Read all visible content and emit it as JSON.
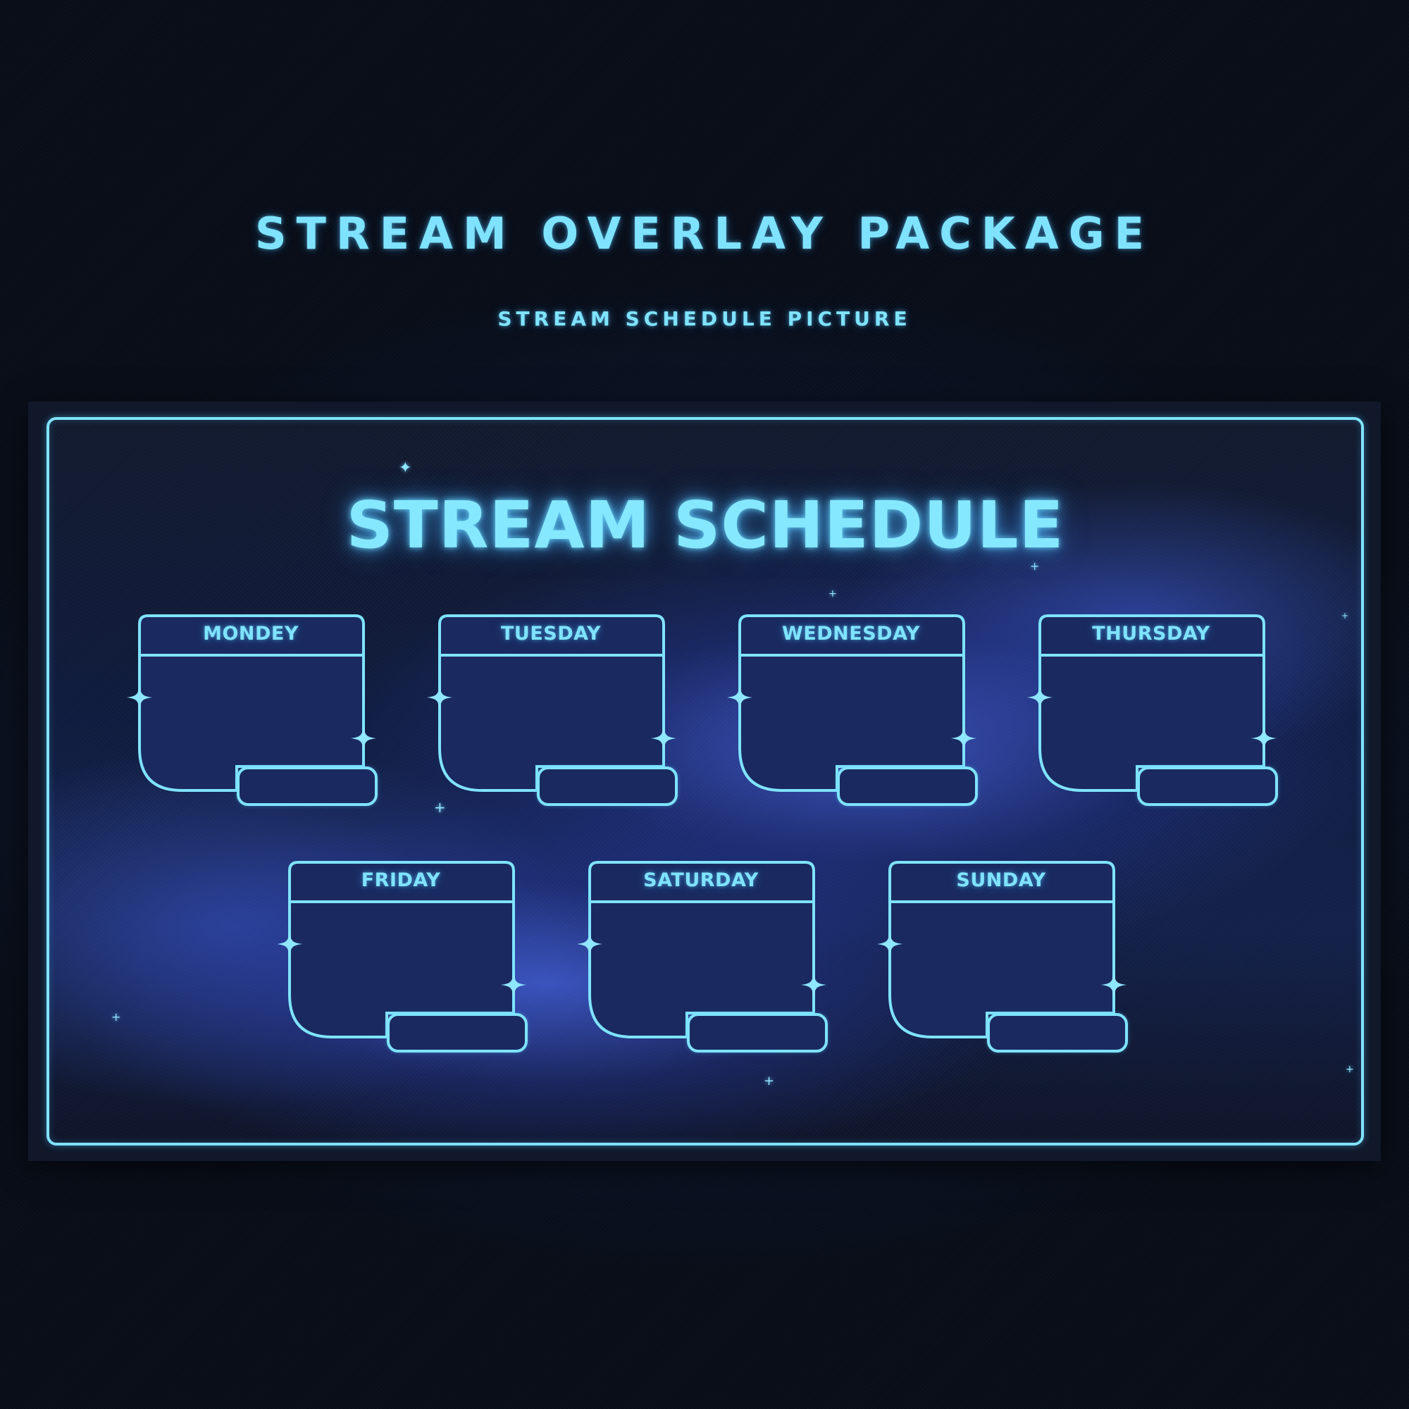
{
  "header": {
    "title": "STREAM OVERLAY PACKAGE",
    "subtitle": "STREAM SCHEDULE PICTURE"
  },
  "schedule": {
    "title": "STREAM SCHEDULE",
    "days": [
      {
        "label": "MONDEY"
      },
      {
        "label": "TUESDAY"
      },
      {
        "label": "WEDNESDAY"
      },
      {
        "label": "THURSDAY"
      },
      {
        "label": "FRIDAY"
      },
      {
        "label": "SATURDAY"
      },
      {
        "label": "SUNDAY"
      }
    ]
  },
  "colors": {
    "accent": "#7fe3ff",
    "card_fill": "#1a2a60",
    "background": "#0a1224"
  },
  "icons": [
    "sparkle-icon",
    "star-icon"
  ]
}
